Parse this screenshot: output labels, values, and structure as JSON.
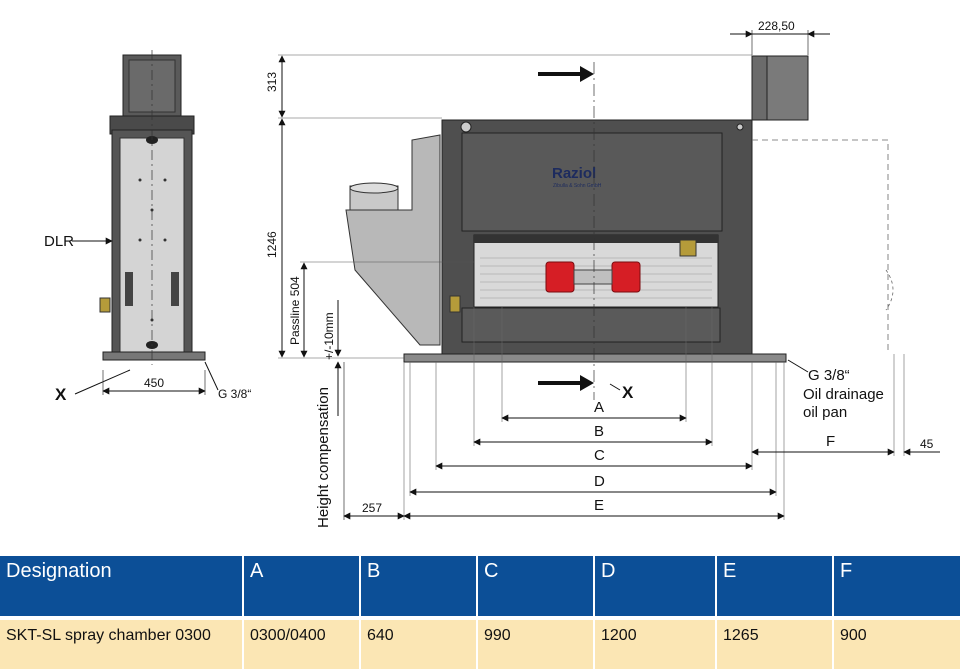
{
  "drawing": {
    "brand": "Raziol",
    "brand_sub": "Zibulla & Sohn GmbH",
    "labels": {
      "dlr": "DLR",
      "x_left": "X",
      "x_front": "X",
      "g_left": "G 3/8“",
      "g_right": "G 3/8“",
      "oil_drainage": "Oil drainage",
      "oil_pan": "oil pan",
      "height_compensation": "Height compensation",
      "passline": "Passline 504",
      "tolerance": "+/-10mm"
    },
    "dimensions": {
      "width_side": "450",
      "top_offset": "228,50",
      "d313": "313",
      "d1246": "1246",
      "d257": "257",
      "d45": "45",
      "A": "A",
      "B": "B",
      "C": "C",
      "D": "D",
      "E": "E",
      "F": "F"
    }
  },
  "table": {
    "headers": [
      "Designation",
      "A",
      "B",
      "C",
      "D",
      "E",
      "F"
    ],
    "rows": [
      [
        "SKT-SL spray chamber 0300",
        "0300/0400",
        "640",
        "990",
        "1200",
        "1265",
        "900"
      ]
    ]
  },
  "colors": {
    "header_bg": "#0c4f97",
    "row_bg": "#fbe6b4",
    "machine_dark": "#4f4f4f",
    "roller_red": "#d61e25"
  }
}
